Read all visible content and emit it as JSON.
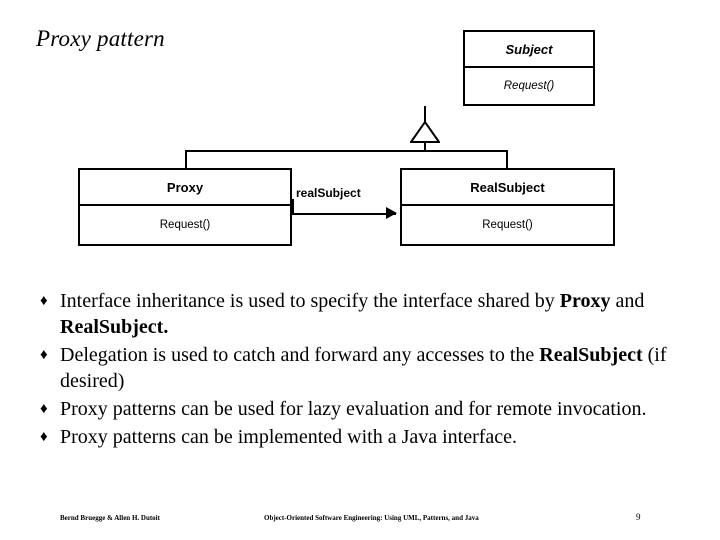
{
  "slide": {
    "title": "Proxy pattern",
    "page_number": "9"
  },
  "diagram": {
    "classes": [
      {
        "id": "subject",
        "name": "Subject",
        "operations": "Request()",
        "abstract": true
      },
      {
        "id": "proxy",
        "name": "Proxy",
        "operations": "Request()",
        "abstract": false
      },
      {
        "id": "realsubject",
        "name": "RealSubject",
        "operations": "Request()",
        "abstract": false
      }
    ],
    "association_label": "realSubject",
    "relationships": {
      "generalization": "Proxy and RealSubject inherit from Subject",
      "association": "Proxy references RealSubject"
    }
  },
  "bullets": [
    {
      "marker": "♦",
      "parts": [
        {
          "text": "Interface inheritance is used to specify the interface shared by ",
          "bold": false
        },
        {
          "text": "Proxy",
          "bold": true
        },
        {
          "text": " and ",
          "bold": false
        },
        {
          "text": "RealSubject.",
          "bold": true
        }
      ]
    },
    {
      "marker": "♦",
      "parts": [
        {
          "text": "Delegation is used to catch and forward any accesses to the ",
          "bold": false
        },
        {
          "text": "RealSubject",
          "bold": true
        },
        {
          "text": " (if desired)",
          "bold": false
        }
      ]
    },
    {
      "marker": "♦",
      "parts": [
        {
          "text": "Proxy patterns can be used for lazy evaluation and for remote invocation.",
          "bold": false
        }
      ]
    },
    {
      "marker": "♦",
      "parts": [
        {
          "text": "Proxy patterns can be implemented with a Java interface.",
          "bold": false
        }
      ]
    }
  ],
  "footer": {
    "authors": "Bernd Bruegge & Allen H. Dutoit",
    "book": "Object-Oriented Software Engineering: Using UML, Patterns, and Java",
    "page": "9"
  },
  "colors": {
    "ink": "#000000",
    "background": "#ffffff"
  }
}
